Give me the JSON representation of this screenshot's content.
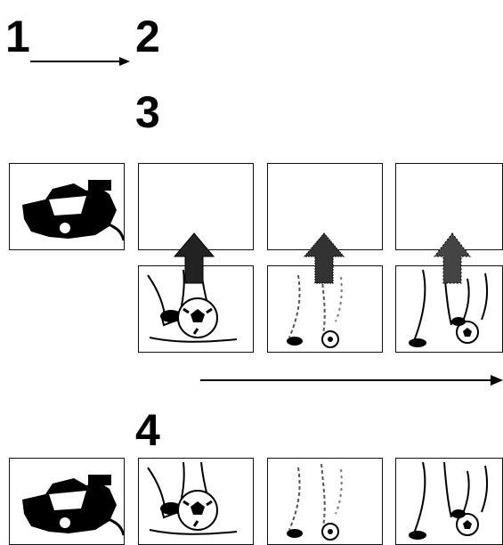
{
  "steps": {
    "one": "1",
    "two": "2",
    "three": "3",
    "four": "4"
  },
  "panels": {
    "row3_top": [
      "camera",
      "blank",
      "blank",
      "blank"
    ],
    "row3_bottom": [
      "none",
      "soccer-closeup",
      "soccer-faded",
      "soccer-wide"
    ],
    "row4": [
      "camera",
      "soccer-closeup",
      "soccer-faded",
      "soccer-wide"
    ]
  },
  "colors": {
    "ink": "#000000",
    "paper": "#ffffff"
  }
}
